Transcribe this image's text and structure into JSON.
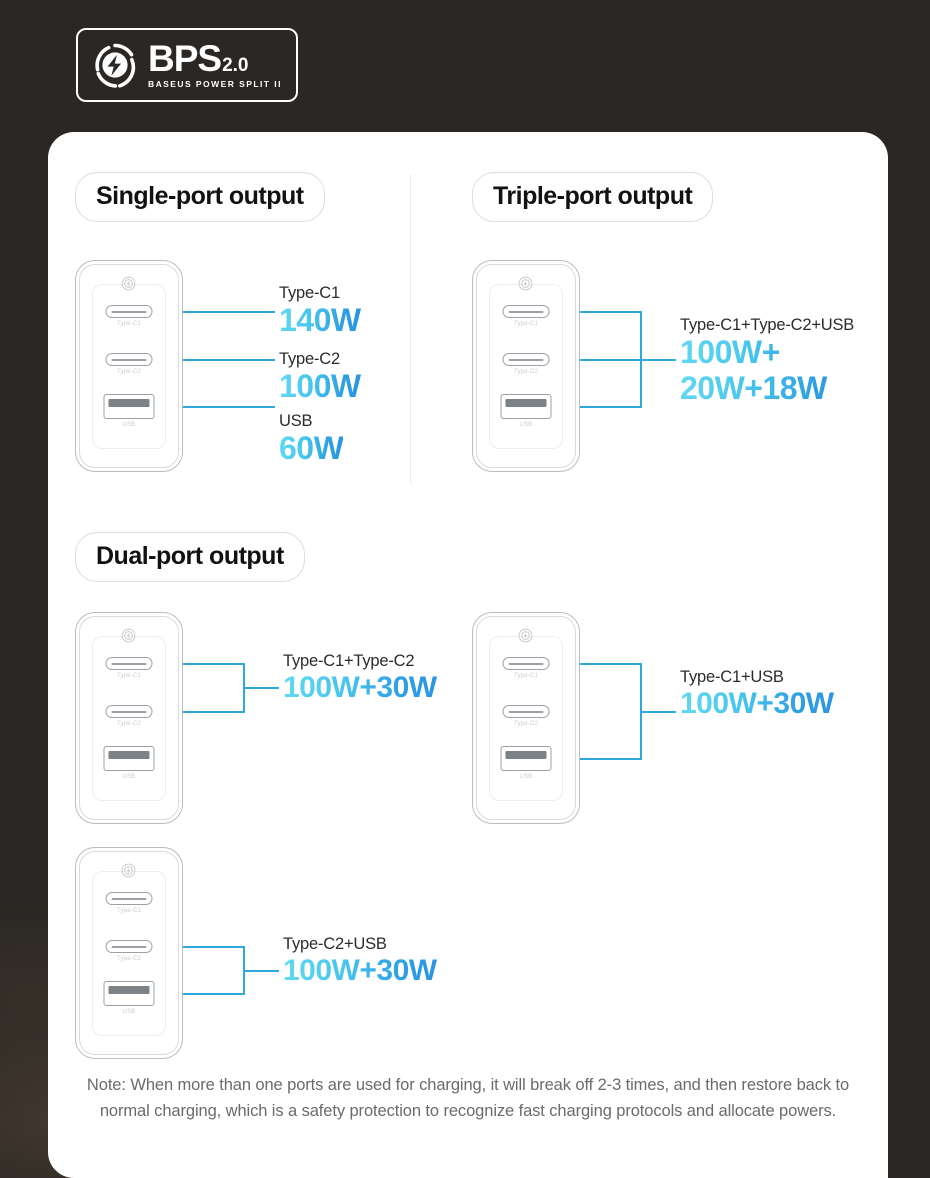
{
  "logo": {
    "icon": "power-split-bolt-icon",
    "brand": "BPS",
    "version": "2.0",
    "subtitle": "BASEUS POWER SPLIT II"
  },
  "colors": {
    "background": "#2a2724",
    "card": "#ffffff",
    "accent_light": "#62d9f2",
    "accent_dark": "#2b94e2",
    "connector_line": "#2fa8dc",
    "pill_border": "#dddddd",
    "note_text": "#6b6b6b"
  },
  "device": {
    "badge_icon": "baseus-bolt-badge-icon",
    "ports": [
      {
        "id": "type-c1",
        "type": "usb-c",
        "label": "Type-C1"
      },
      {
        "id": "type-c2",
        "type": "usb-c",
        "label": "Type-C2"
      },
      {
        "id": "usb",
        "type": "usb-a",
        "label": "USB"
      }
    ]
  },
  "sections": {
    "single": {
      "title": "Single-port output",
      "rows": [
        {
          "caption": "Type-C1",
          "watt": "140W"
        },
        {
          "caption": "Type-C2",
          "watt": "100W"
        },
        {
          "caption": "USB",
          "watt": "60W"
        }
      ]
    },
    "triple": {
      "title": "Triple-port output",
      "caption": "Type-C1+Type-C2+USB",
      "watt_line1": "100W+",
      "watt_line2": "20W+18W"
    },
    "dual": {
      "title": "Dual-port output",
      "items": [
        {
          "caption": "Type-C1+Type-C2",
          "watt": "100W+30W"
        },
        {
          "caption": "Type-C1+USB",
          "watt": "100W+30W"
        },
        {
          "caption": "Type-C2+USB",
          "watt": "100W+30W"
        }
      ]
    }
  },
  "note": "Note: When more than one ports are used for charging, it will break off 2-3 times, and then restore back to normal charging, which is a safety protection to recognize fast charging protocols and allocate powers."
}
